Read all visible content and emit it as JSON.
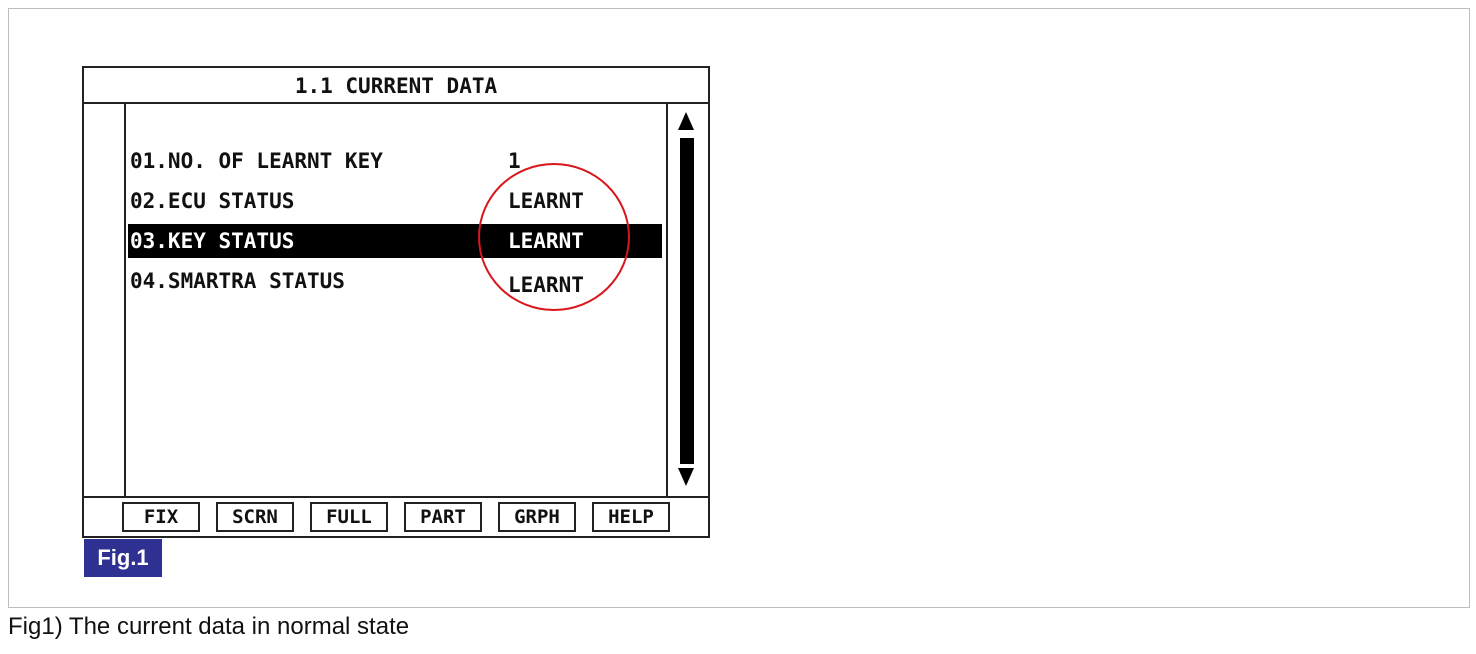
{
  "screen": {
    "title": "1.1 CURRENT DATA",
    "rows": [
      {
        "label": "01.NO. OF LEARNT KEY",
        "value": "1",
        "selected": false
      },
      {
        "label": "02.ECU STATUS",
        "value": "LEARNT",
        "selected": false
      },
      {
        "label": "03.KEY STATUS",
        "value": "LEARNT",
        "selected": true
      },
      {
        "label": "04.SMARTRA STATUS",
        "value": "LEARNT",
        "selected": false
      }
    ],
    "function_keys": [
      "FIX",
      "SCRN",
      "FULL",
      "PART",
      "GRPH",
      "HELP"
    ],
    "scrollbar": {
      "up_icon": "triangle-up-icon",
      "down_icon": "triangle-down-icon"
    }
  },
  "annotation": {
    "shape": "circle",
    "color": "#d9161c"
  },
  "figure": {
    "badge": "Fig.1",
    "badge_color": "#2e3192",
    "caption": "Fig1) The current data in normal state"
  }
}
